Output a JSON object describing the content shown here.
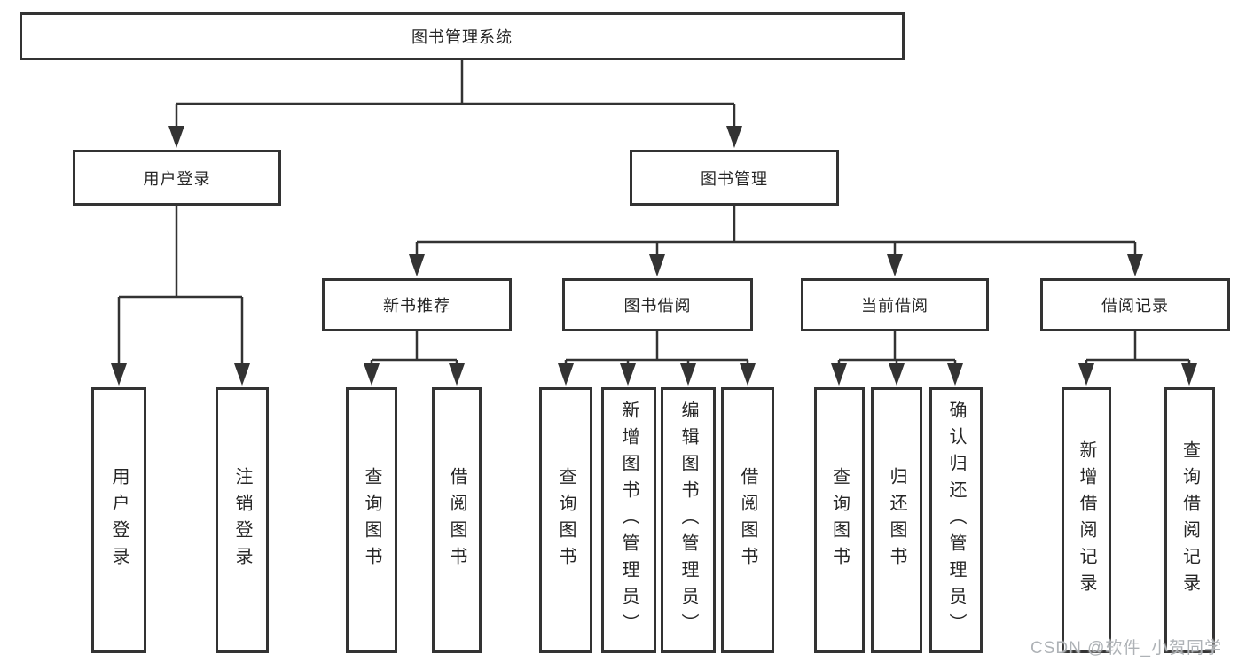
{
  "diagram": {
    "root": "图书管理系统",
    "branches": [
      {
        "label": "用户登录",
        "children": [
          "用户登录",
          "注销登录"
        ]
      },
      {
        "label": "图书管理",
        "children": [
          {
            "label": "新书推荐",
            "children": [
              "查询图书",
              "借阅图书"
            ]
          },
          {
            "label": "图书借阅",
            "children": [
              "查询图书",
              "新增图书（管理员）",
              "编辑图书（管理员）",
              "借阅图书"
            ]
          },
          {
            "label": "当前借阅",
            "children": [
              "查询图书",
              "归还图书",
              "确认归还（管理员）"
            ]
          },
          {
            "label": "借阅记录",
            "children": [
              "新增借阅记录",
              "查询借阅记录"
            ]
          }
        ]
      }
    ]
  },
  "watermark": "CSDN @软件_小贺同学",
  "colors": {
    "line": "#333333",
    "text": "#262626",
    "watermark": "#aeb2b6",
    "background": "#ffffff"
  }
}
